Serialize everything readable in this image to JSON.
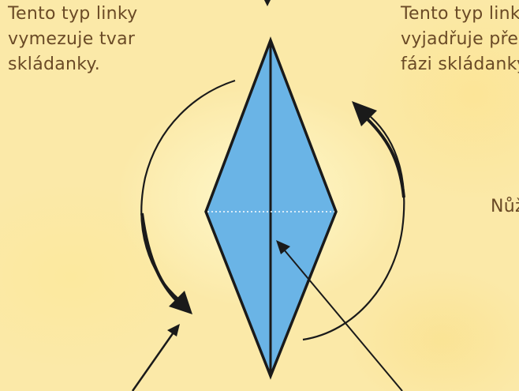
{
  "notes": {
    "left": {
      "lines": [
        "Tento typ linky",
        "vymezuje tvar",
        "skládanky."
      ]
    },
    "right": {
      "lines": [
        "Tento typ link",
        "vyjadřuje před",
        "fázi skládanky"
      ]
    },
    "scissors": {
      "lines": [
        "Nůž"
      ]
    }
  },
  "colors": {
    "background": "#fbe9a8",
    "paper": "#6ab4e6",
    "outline": "#1a1a1a",
    "text": "#6a4a26"
  },
  "icons": {
    "rotate_arrows": "curved-arrow-icon",
    "pointers": "pointer-arrow-icon"
  }
}
